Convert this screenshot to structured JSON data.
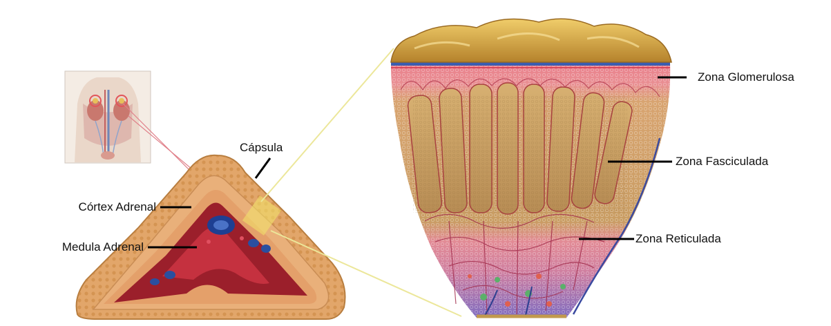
{
  "labels": {
    "capsula": "Cápsula",
    "cortex": "Córtex Adrenal",
    "medula": "Medula Adrenal",
    "glomerulosa": "Zona Glomerulosa",
    "fasciculada": "Zona Fasciculada",
    "reticulada": "Zona Reticulada"
  },
  "colors": {
    "capsule_gold": "#d9a441",
    "cortex_orange": "#e6a36a",
    "medulla_red": "#9e1f2a",
    "vein_blue": "#2a4fa0",
    "glomerulosa_pink": "#e88a8f",
    "fasciculada_tan": "#c9a066",
    "reticulada_pink": "#e48c95",
    "inner_purple": "#8a70b8",
    "zoom_line_yellow": "#ece79a",
    "leader_black": "#000000"
  },
  "icons": {
    "thumbnail": "torso-kidneys-icon"
  }
}
